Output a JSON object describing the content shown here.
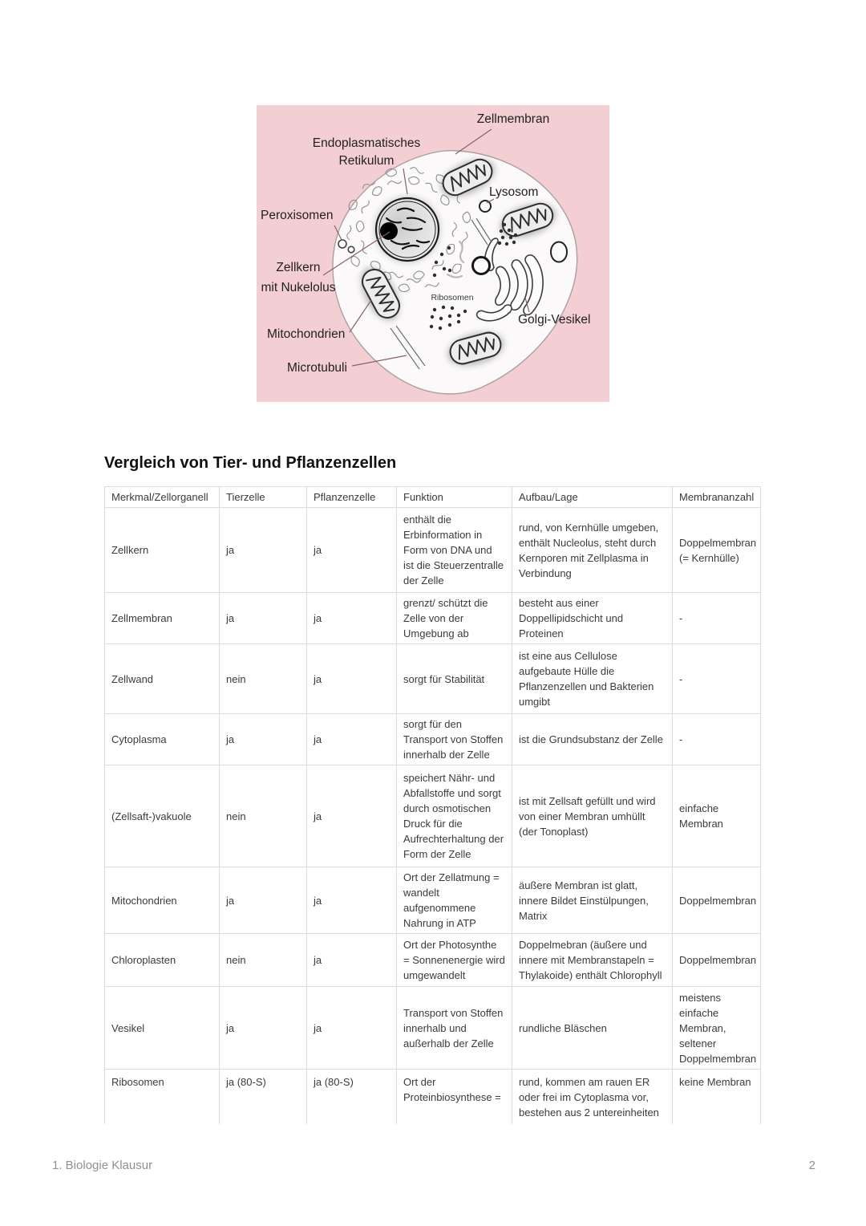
{
  "colors": {
    "diagram_bg": "#f3cfd4",
    "table_border": "#dcdcdc",
    "text_color": "#3b3b3b",
    "title_color": "#111111",
    "footer_color": "#909090",
    "leader_line": "#8a6166",
    "label_color": "#1f1f1f"
  },
  "diagram": {
    "description": "animal cell schematic",
    "zellmembran": "Zellmembran",
    "er_1": "Endoplasmatisches",
    "er_2": "Retikulum",
    "lysosom": "Lysosom",
    "peroxisomen": "Peroxisomen",
    "zellkern_1": "Zellkern",
    "zellkern_2": "mit Nukelolus",
    "mitochondrien": "Mitochondrien",
    "microtubuli": "Microtubuli",
    "ribosomen": "Ribosomen",
    "golgi": "Golgi-Vesikel"
  },
  "title": "Vergleich von Tier- und Pflanzenzellen",
  "table": {
    "headers": [
      "Merkmal/Zellorganell",
      "Tierzelle",
      "Pflanzenzelle",
      "Funktion",
      "Aufbau/Lage",
      "Membrananzahl"
    ],
    "rows": [
      [
        "Zellkern",
        "ja",
        "ja",
        "enthält die Erbinformation in Form von DNA und ist die Steuerzentralle der Zelle",
        "rund, von Kernhülle umgeben, enthält Nucleolus, steht durch Kernporen mit Zellplasma in Verbindung",
        "Doppelmembran (= Kernhülle)"
      ],
      [
        "Zellmembran",
        "ja",
        "ja",
        "grenzt/ schützt die Zelle von der Umgebung ab",
        "besteht aus einer Doppellipidschicht und Proteinen",
        "-"
      ],
      [
        "Zellwand",
        "nein",
        "ja",
        "sorgt für Stabilität",
        "ist eine aus Cellulose aufgebaute Hülle die Pflanzenzellen und Bakterien umgibt",
        "-"
      ],
      [
        "Cytoplasma",
        "ja",
        "ja",
        "sorgt für den Transport von Stoffen innerhalb der Zelle",
        "ist die Grundsubstanz der Zelle",
        "-"
      ],
      [
        "(Zellsaft-)vakuole",
        "nein",
        "ja",
        "speichert Nähr- und Abfallstoffe und sorgt durch osmotischen Druck für die Aufrechterhaltung der Form der Zelle",
        "ist mit Zellsaft gefüllt und wird von einer Membran umhüllt (der Tonoplast)",
        "einfache Membran"
      ],
      [
        "Mitochondrien",
        "ja",
        "ja",
        "Ort der Zellatmung = wandelt aufgenommene Nahrung in ATP",
        "äußere Membran ist glatt, innere Bildet Einstülpungen, Matrix",
        "Doppelmembran"
      ],
      [
        "Chloroplasten",
        "nein",
        "ja",
        "Ort der Photosynthe = Sonnenenergie wird umgewandelt",
        "Doppelmebran (äußere und innere mit Membranstapeln = Thylakoide) enthält Chlorophyll",
        "Doppelmembran"
      ],
      [
        "Vesikel",
        "ja",
        "ja",
        "Transport von Stoffen innerhalb und außerhalb der Zelle",
        "rundliche Bläschen",
        "meistens einfache Membran, seltener Doppelmembran"
      ],
      [
        "Ribosomen",
        "ja (80-S)",
        "ja (80-S)",
        "Ort der Proteinbiosynthese =",
        "rund, kommen am rauen ER oder frei im Cytoplasma vor, bestehen aus 2 untereinheiten",
        "keine Membran"
      ]
    ]
  },
  "footer": {
    "left": "1. Biologie Klausur",
    "page_number": "2"
  }
}
